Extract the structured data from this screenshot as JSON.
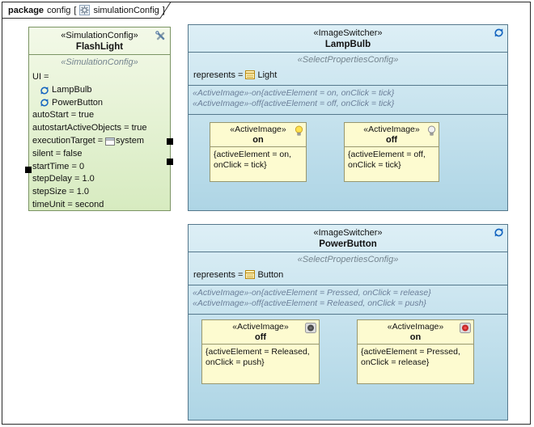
{
  "frame": {
    "tab": {
      "kind": "package",
      "context_name": "config",
      "open_bracket": "[",
      "diagram_name": "simulationConfig",
      "close_bracket": "]"
    }
  },
  "flashlight": {
    "header_stereotype": "«SimulationConfig»",
    "name": "FlashLight",
    "compartment_stereotype": "«SimulationConfig»",
    "properties": {
      "ui": "UI =",
      "lampbulb_ref": "LampBulb",
      "powerbutton_ref": "PowerButton",
      "auto_start": "autoStart = true",
      "autostart_active_objects": "autostartActiveObjects = true",
      "execution_target_label": "executionTarget =",
      "execution_target_value": "system",
      "silent": "silent = false",
      "start_time": "startTime = 0",
      "step_delay": "stepDelay = 1.0",
      "step_size": "stepSize = 1.0",
      "time_unit": "timeUnit = second"
    }
  },
  "lampbulb": {
    "header_stereotype": "«ImageSwitcher»",
    "name": "LampBulb",
    "compartment_stereotype": "«SelectPropertiesConfig»",
    "represents_label": "represents =",
    "represents_value": "Light",
    "tagged_values": [
      "«ActiveImage»-on{activeElement = on, onClick = tick}",
      "«ActiveImage»-off{activeElement = off, onClick = tick}"
    ],
    "image_on": {
      "stereotype": "«ActiveImage»",
      "name": "on",
      "body_line1": "{activeElement = on,",
      "body_line2": "onClick = tick}"
    },
    "image_off": {
      "stereotype": "«ActiveImage»",
      "name": "off",
      "body_line1": "{activeElement = off,",
      "body_line2": "onClick = tick}"
    }
  },
  "powerbutton": {
    "header_stereotype": "«ImageSwitcher»",
    "name": "PowerButton",
    "compartment_stereotype": "«SelectPropertiesConfig»",
    "represents_label": "represents =",
    "represents_value": "Button",
    "tagged_values": [
      "«ActiveImage»-on{activeElement = Pressed, onClick = release}",
      "«ActiveImage»-off{activeElement = Released, onClick = push}"
    ],
    "image_off": {
      "stereotype": "«ActiveImage»",
      "name": "off",
      "body_line1": "{activeElement = Released,",
      "body_line2": "onClick = push}"
    },
    "image_on": {
      "stereotype": "«ActiveImage»",
      "name": "on",
      "body_line1": "{activeElement = Pressed,",
      "body_line2": "onClick = release}"
    }
  },
  "colors": {
    "config_box_border": "#7b9464",
    "config_box_fill_top": "#f3f9e8",
    "config_box_fill_bottom": "#d7ebc0",
    "switcher_box_border": "#55788c",
    "switcher_box_fill_top": "#ddeff6",
    "switcher_box_fill_bottom": "#aed5e5",
    "active_image_fill": "#fdfbd0",
    "active_image_border": "#97976f",
    "tagged_value_text": "#6b7f99",
    "stereotype_italic_text": "#75858f",
    "refresh_icon_blue": "#1565c0"
  }
}
